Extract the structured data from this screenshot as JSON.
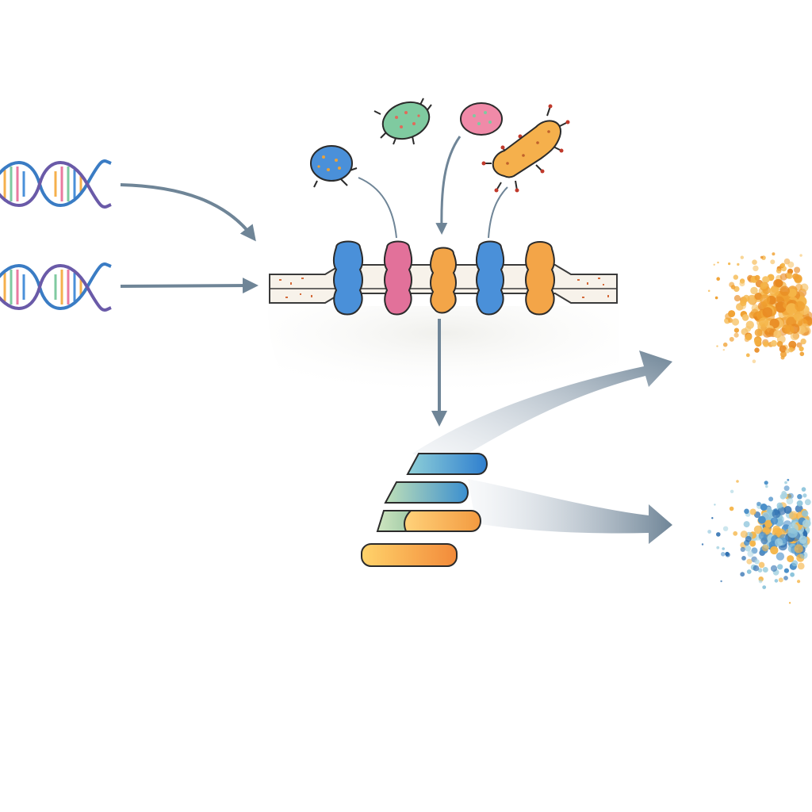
{
  "diagram": {
    "nodes": [
      {
        "id": "dna-helix-1",
        "kind": "dna"
      },
      {
        "id": "dna-helix-2",
        "kind": "dna"
      },
      {
        "id": "microbe-blue",
        "kind": "microbe",
        "color": "#4a90d9"
      },
      {
        "id": "microbe-green",
        "kind": "microbe",
        "color": "#7fcaa0"
      },
      {
        "id": "microbe-pink",
        "kind": "microbe",
        "color": "#e97aa0"
      },
      {
        "id": "microbe-orange-rod",
        "kind": "microbe",
        "color": "#f5b04c"
      },
      {
        "id": "membrane",
        "kind": "membrane"
      },
      {
        "id": "receptor-blue-1",
        "kind": "receptor",
        "color": "#4a90d9"
      },
      {
        "id": "receptor-pink",
        "kind": "receptor",
        "color": "#e2719a"
      },
      {
        "id": "receptor-orange-1",
        "kind": "receptor",
        "color": "#f3a548"
      },
      {
        "id": "receptor-blue-2",
        "kind": "receptor",
        "color": "#4a90d9"
      },
      {
        "id": "receptor-orange-2",
        "kind": "receptor",
        "color": "#f3a548"
      },
      {
        "id": "bar-stack",
        "kind": "bars"
      },
      {
        "id": "particle-cloud-orange",
        "kind": "particles",
        "color": "#f0a030"
      },
      {
        "id": "particle-cloud-blue",
        "kind": "particles",
        "color": "#4a8fc8"
      }
    ],
    "edges": [
      {
        "from": "dna-helix-1",
        "to": "membrane"
      },
      {
        "from": "dna-helix-2",
        "to": "membrane"
      },
      {
        "from": "microbe-blue",
        "to": "receptor-pink"
      },
      {
        "from": "microbe-pink",
        "to": "receptor-orange-1"
      },
      {
        "from": "microbe-orange-rod",
        "to": "receptor-blue-2"
      },
      {
        "from": "membrane",
        "to": "bar-stack"
      },
      {
        "from": "bar-stack",
        "to": "particle-cloud-orange"
      },
      {
        "from": "bar-stack",
        "to": "particle-cloud-blue"
      }
    ],
    "colors": {
      "arrow": "#6f8597",
      "outline": "#2b2b2b",
      "blue": "#4a90d9",
      "pink": "#e2719a",
      "orange": "#f3a548",
      "green": "#7fcaa0",
      "teal": "#5fb7c9"
    }
  }
}
